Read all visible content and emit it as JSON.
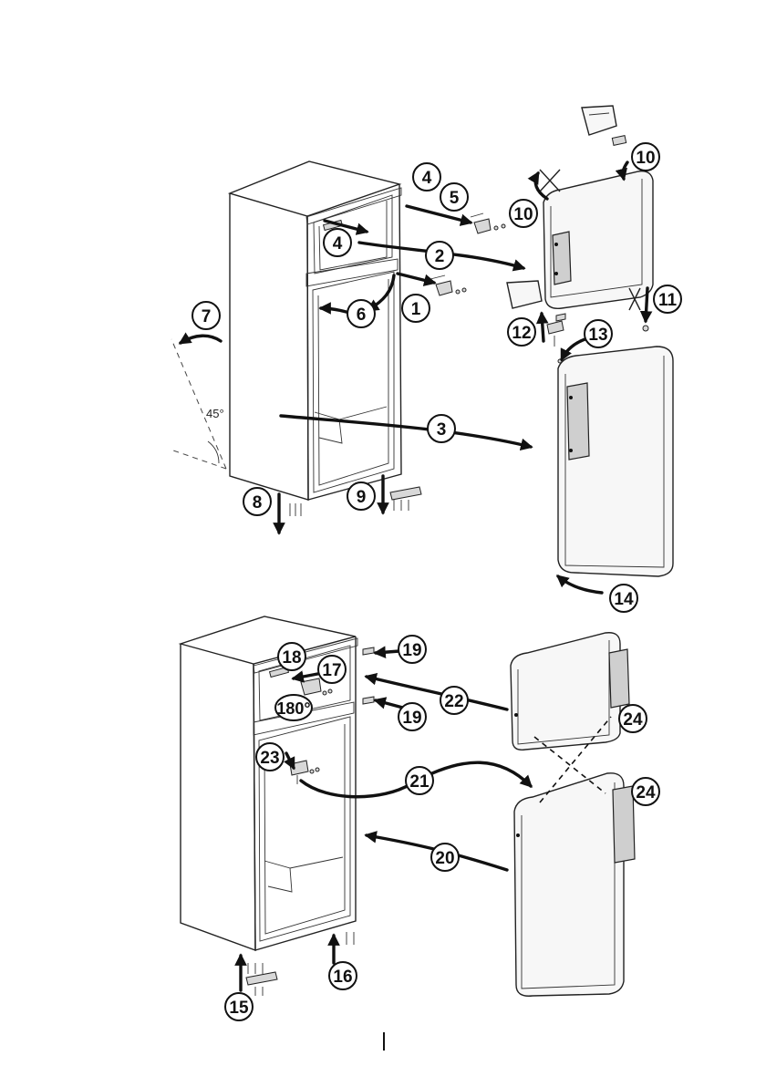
{
  "diagram": {
    "step_labels": [
      "1",
      "2",
      "3",
      "4",
      "4",
      "5",
      "6",
      "7",
      "8",
      "9",
      "10",
      "10",
      "11",
      "12",
      "13",
      "14",
      "15",
      "16",
      "17",
      "18",
      "19",
      "19",
      "20",
      "21",
      "22",
      "23",
      "24",
      "24"
    ],
    "angle_labels": [
      "45°",
      "180°"
    ]
  }
}
